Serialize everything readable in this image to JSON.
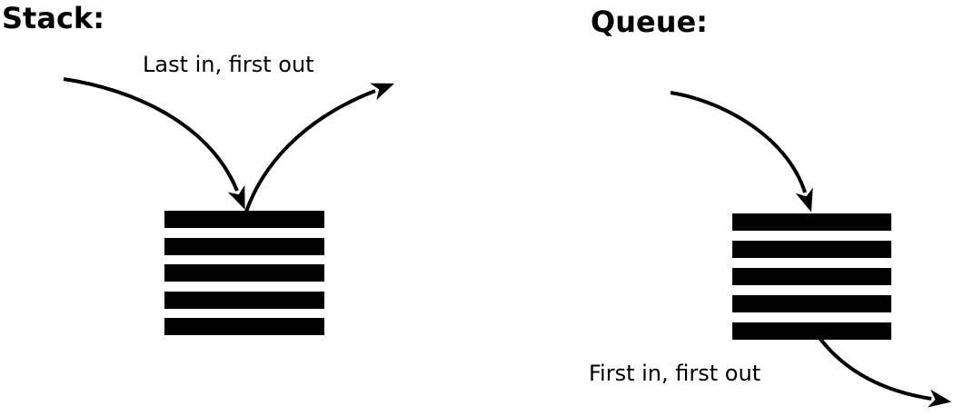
{
  "colors": {
    "foreground": "#000000",
    "background": "#ffffff"
  },
  "stack": {
    "title": "Stack:",
    "caption": "Last in, first out",
    "bar_count": 5
  },
  "queue": {
    "title": "Queue:",
    "caption": "First in, first out",
    "bar_count": 5
  }
}
